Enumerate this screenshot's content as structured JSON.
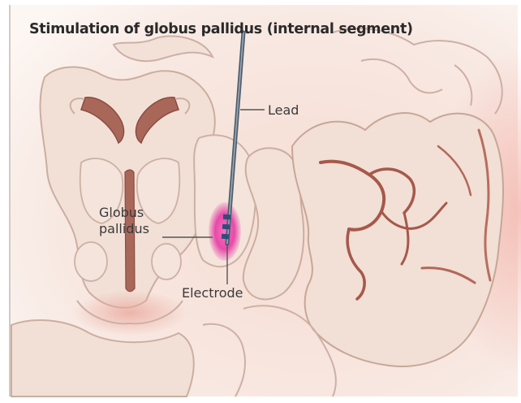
{
  "diagram": {
    "title": "Stimulation of globus pallidus (internal segment)",
    "labels": {
      "lead": "Lead",
      "globus_pallidus_line1": "Globus",
      "globus_pallidus_line2": "pallidus",
      "electrode": "Electrode"
    },
    "colors": {
      "background_wash": "#f7e6e0",
      "tissue_fill": "#f1ddd3",
      "tissue_outline": "#c9aa9d",
      "ventricle": "#a85f52",
      "target_highlight": "#e13a9a",
      "lead_wire": "#5b6b7c"
    }
  }
}
